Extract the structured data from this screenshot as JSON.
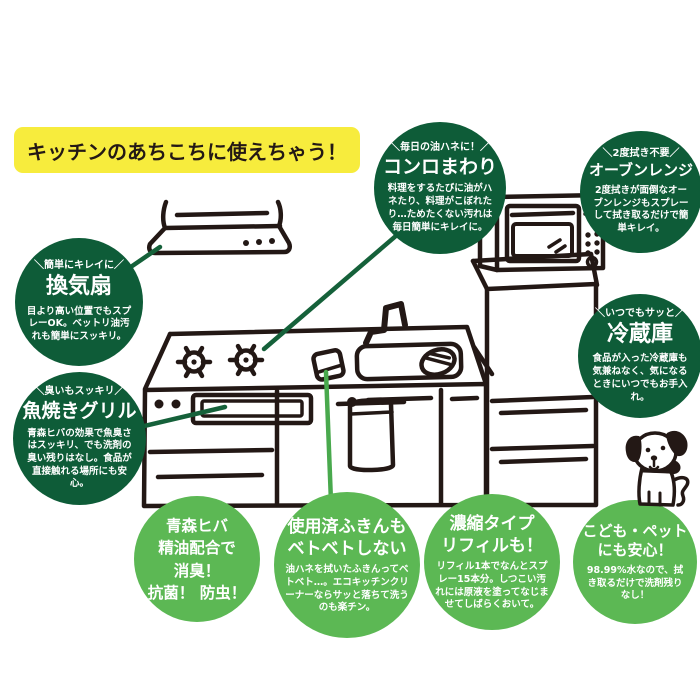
{
  "banner": {
    "label": "キッチンのあちこちに使えちゃう！"
  },
  "colors": {
    "dark_green": "#0e5c38",
    "light_green": "#5cb854",
    "banner_yellow": "#f7ec3d",
    "line_ink": "#231815"
  },
  "callouts": {
    "konro": {
      "tagline": "＼毎日の油ハネに！／",
      "title": "コンロまわり",
      "body": "料理をするたびに油がハネたり、料理がこぼれたり…ためたくない汚れは毎日簡単にキレイに。"
    },
    "oven": {
      "tagline": "＼2度拭き不要／",
      "title": "オーブンレンジ",
      "body": "2度拭きが面倒なオーブンレンジもスプレーして拭き取るだけで簡単キレイ。"
    },
    "fan": {
      "tagline": "＼簡単にキレイに／",
      "title": "換気扇",
      "body": "目より高い位置でもスプレーOK。ベットリ油汚れも簡単にスッキリ。"
    },
    "fridge": {
      "tagline": "＼いつでもサッと／",
      "title": "冷蔵庫",
      "body": "食品が入った冷蔵庫も気兼ねなく、気になるときにいつでもお手入れ。"
    },
    "grill": {
      "tagline": "＼臭いもスッキリ／",
      "title": "魚焼きグリル",
      "body": "青森ヒバの効果で魚臭さはスッキリ、でも洗剤の臭い残りはなし。食品が直接触れる場所にも安心。"
    },
    "hiba": {
      "title": "青森ヒバ\n精油配合で\n消臭！\n抗菌！ 防虫！"
    },
    "fukin": {
      "title": "使用済ふきんも\nベトベトしない",
      "body": "油ハネを拭いたふきんってベトベト…。エコキッチンクリーナーならサッと落ちて洗うのも楽チン。"
    },
    "refill": {
      "title": "濃縮タイプ\nリフィルも！",
      "body": "リフィル1本でなんとスプレー15本分。しつこい汚れには原液を塗ってなじませてしばらくおいて。"
    },
    "kids": {
      "title": "こども・ペット\nにも安心！",
      "body": "98.99%水なので、拭き取るだけで洗剤残りなし！"
    }
  },
  "illustration": {
    "parts": [
      "range-hood-icon",
      "gas-burner-icon",
      "sponge-icon",
      "sink-icon",
      "faucet-icon",
      "dish-icon",
      "fish-grill-icon",
      "towel-icon",
      "microwave-icon",
      "refrigerator-icon",
      "dog-icon"
    ]
  }
}
